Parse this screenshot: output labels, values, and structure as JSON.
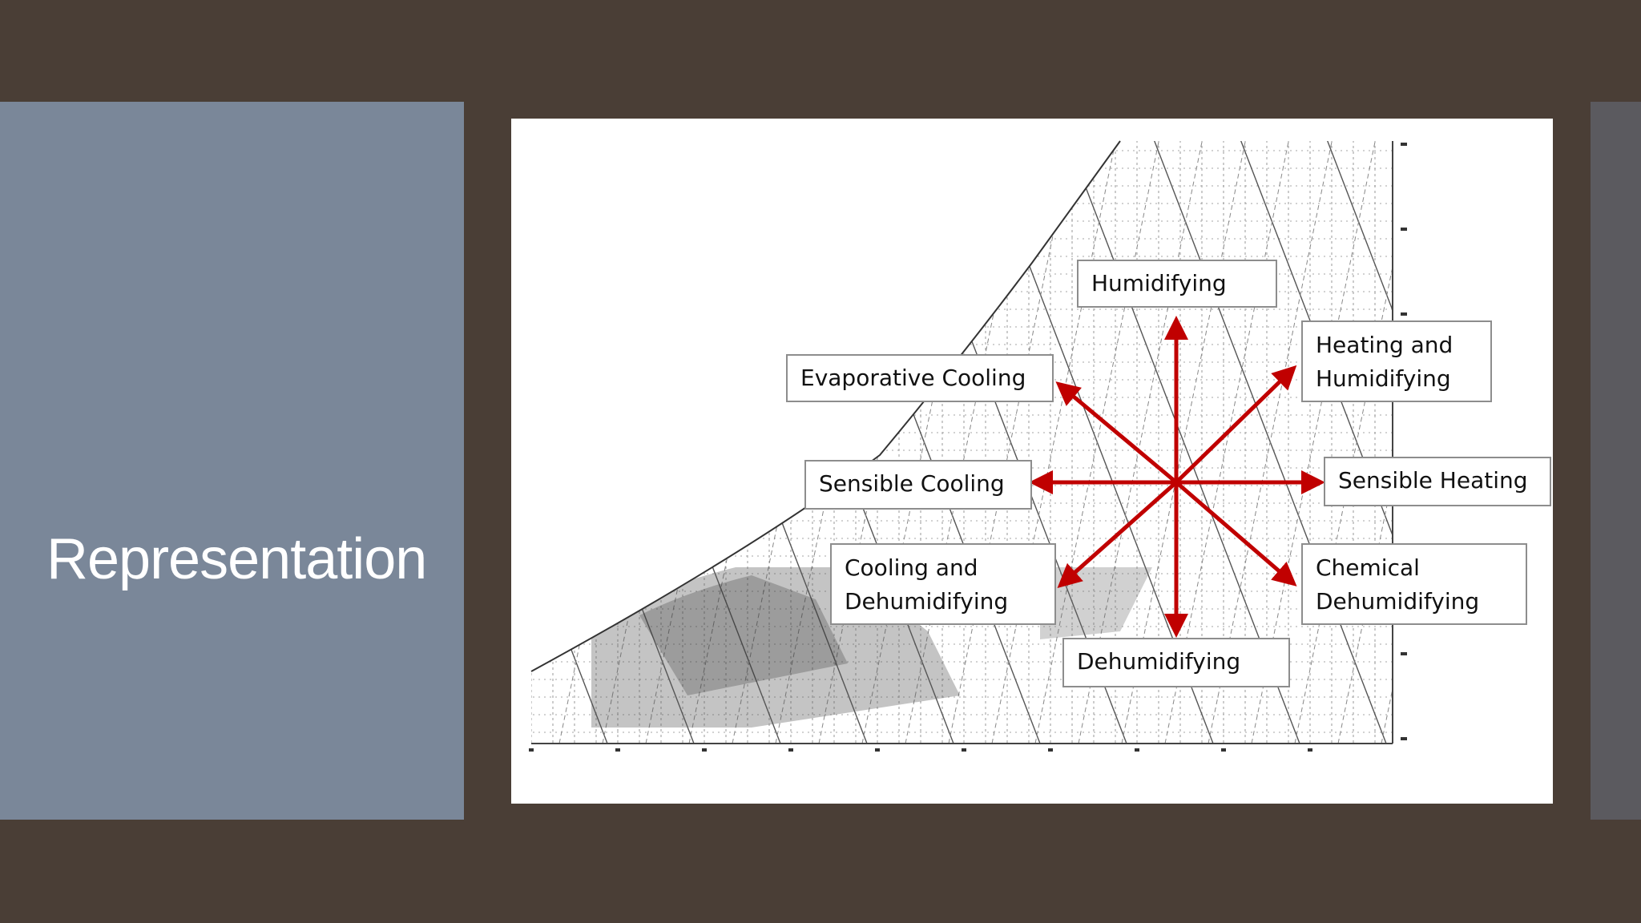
{
  "slide": {
    "title": "Representation"
  },
  "diagram": {
    "arrow_color": "#c00000",
    "labels": {
      "humidifying": "Humidifying",
      "heating_humidifying_l1": "Heating and",
      "heating_humidifying_l2": "Humidifying",
      "evaporative_cooling": "Evaporative Cooling",
      "sensible_cooling": "Sensible Cooling",
      "sensible_heating": "Sensible Heating",
      "cooling_dehumidifying_l1": "Cooling and",
      "cooling_dehumidifying_l2": "Dehumidifying",
      "chemical_dehumidifying_l1": "Chemical",
      "chemical_dehumidifying_l2": "Dehumidifying",
      "dehumidifying": "Dehumidifying"
    }
  }
}
